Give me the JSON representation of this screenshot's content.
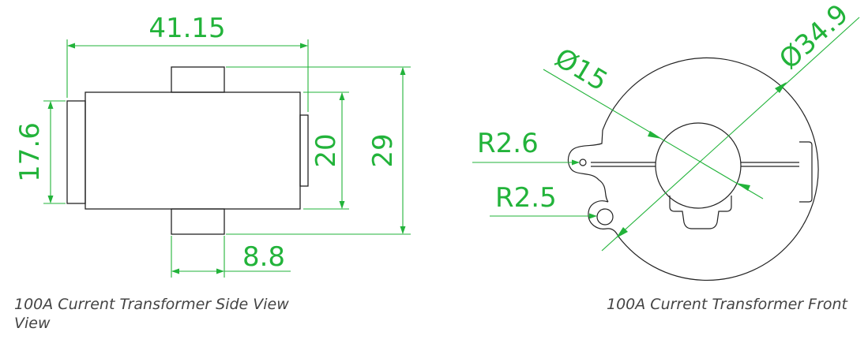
{
  "colors": {
    "outline": "#222222",
    "dimension": "#22b33a",
    "caption": "#444444",
    "background": "#ffffff"
  },
  "side_view": {
    "dim_overall_width": "41.15",
    "dim_body_height": "17.6",
    "dim_terminal_height": "20",
    "dim_overall_height": "29",
    "dim_tab_width": "8.8",
    "caption_line1": "100A Current Transformer Side View",
    "caption_line2": "View"
  },
  "front_view": {
    "dim_inner_diameter": "Ø15",
    "dim_outer_diameter": "Ø34.9",
    "dim_radius_upper": "R2.6",
    "dim_radius_lower": "R2.5",
    "caption": "100A Current Transformer Front"
  }
}
